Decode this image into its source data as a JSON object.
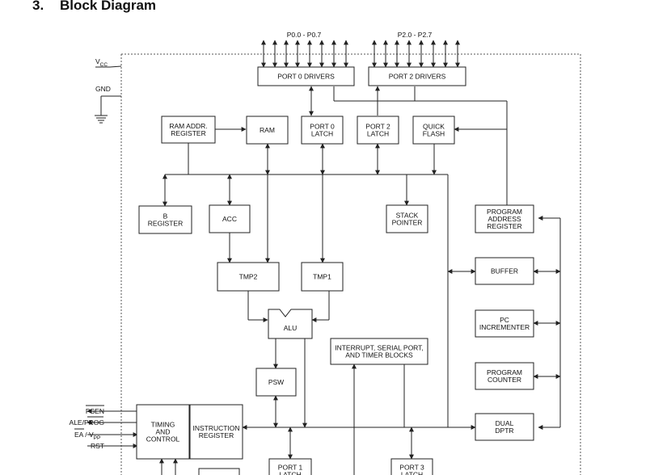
{
  "heading": {
    "number": "3.",
    "title": "Block Diagram"
  },
  "pins": {
    "port0": "P0.0 - P0.7",
    "port2": "P2.0 - P2.7",
    "vcc_main": "V",
    "vcc_sub": "CC",
    "gnd": "GND",
    "psen": "PSEN",
    "ale": "ALE/PROG",
    "ea": "EA / V",
    "ea_sub": "PP",
    "rst": "RST"
  },
  "blocks": {
    "port0_drivers": [
      "PORT 0 DRIVERS"
    ],
    "port2_drivers": [
      "PORT 2 DRIVERS"
    ],
    "ram_addr_register": [
      "RAM ADDR.",
      "REGISTER"
    ],
    "ram": [
      "RAM"
    ],
    "port0_latch": [
      "PORT 0",
      "LATCH"
    ],
    "port2_latch": [
      "PORT 2",
      "LATCH"
    ],
    "quick_flash": [
      "QUICK",
      "FLASH"
    ],
    "b_register": [
      "B",
      "REGISTER"
    ],
    "acc": [
      "ACC"
    ],
    "stack_pointer": [
      "STACK",
      "POINTER"
    ],
    "program_address_register": [
      "PROGRAM",
      "ADDRESS",
      "REGISTER"
    ],
    "buffer": [
      "BUFFER"
    ],
    "tmp2": [
      "TMP2"
    ],
    "tmp1": [
      "TMP1"
    ],
    "alu": [
      "ALU"
    ],
    "pc_incrementer": [
      "PC",
      "INCREMENTER"
    ],
    "interrupt_serial_timer": [
      "INTERRUPT, SERIAL PORT,",
      "AND TIMER BLOCKS"
    ],
    "psw": [
      "PSW"
    ],
    "program_counter": [
      "PROGRAM",
      "COUNTER"
    ],
    "timing_control": [
      "TIMING",
      "AND",
      "CONTROL"
    ],
    "instruction_register": [
      "INSTRUCTION",
      "REGISTER"
    ],
    "dual_dptr": [
      "DUAL",
      "DPTR"
    ],
    "port1_latch": [
      "PORT 1",
      "LATCH"
    ],
    "port3_latch": [
      "PORT 3",
      "LATCH"
    ]
  }
}
